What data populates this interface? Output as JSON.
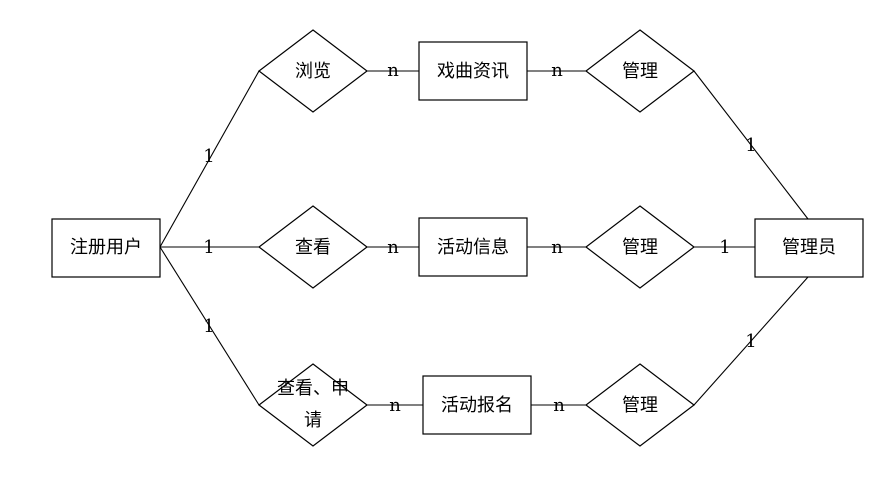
{
  "entities": {
    "registered_user": "注册用户",
    "opera_info": "戏曲资讯",
    "activity_info": "活动信息",
    "activity_signup": "活动报名",
    "administrator": "管理员"
  },
  "relationships": {
    "browse": "浏览",
    "view": "查看",
    "view_apply_line1": "查看、申",
    "view_apply_line2": "请",
    "manage_top": "管理",
    "manage_middle": "管理",
    "manage_bottom": "管理"
  },
  "cardinalities": {
    "user_browse": "1",
    "browse_opera": "n",
    "opera_manage": "n",
    "manage_admin_top": "1",
    "user_view": "1",
    "view_activity": "n",
    "activity_manage": "n",
    "manage_admin_middle": "1",
    "user_apply": "1",
    "apply_signup": "n",
    "signup_manage": "n",
    "manage_admin_bottom": "1"
  }
}
